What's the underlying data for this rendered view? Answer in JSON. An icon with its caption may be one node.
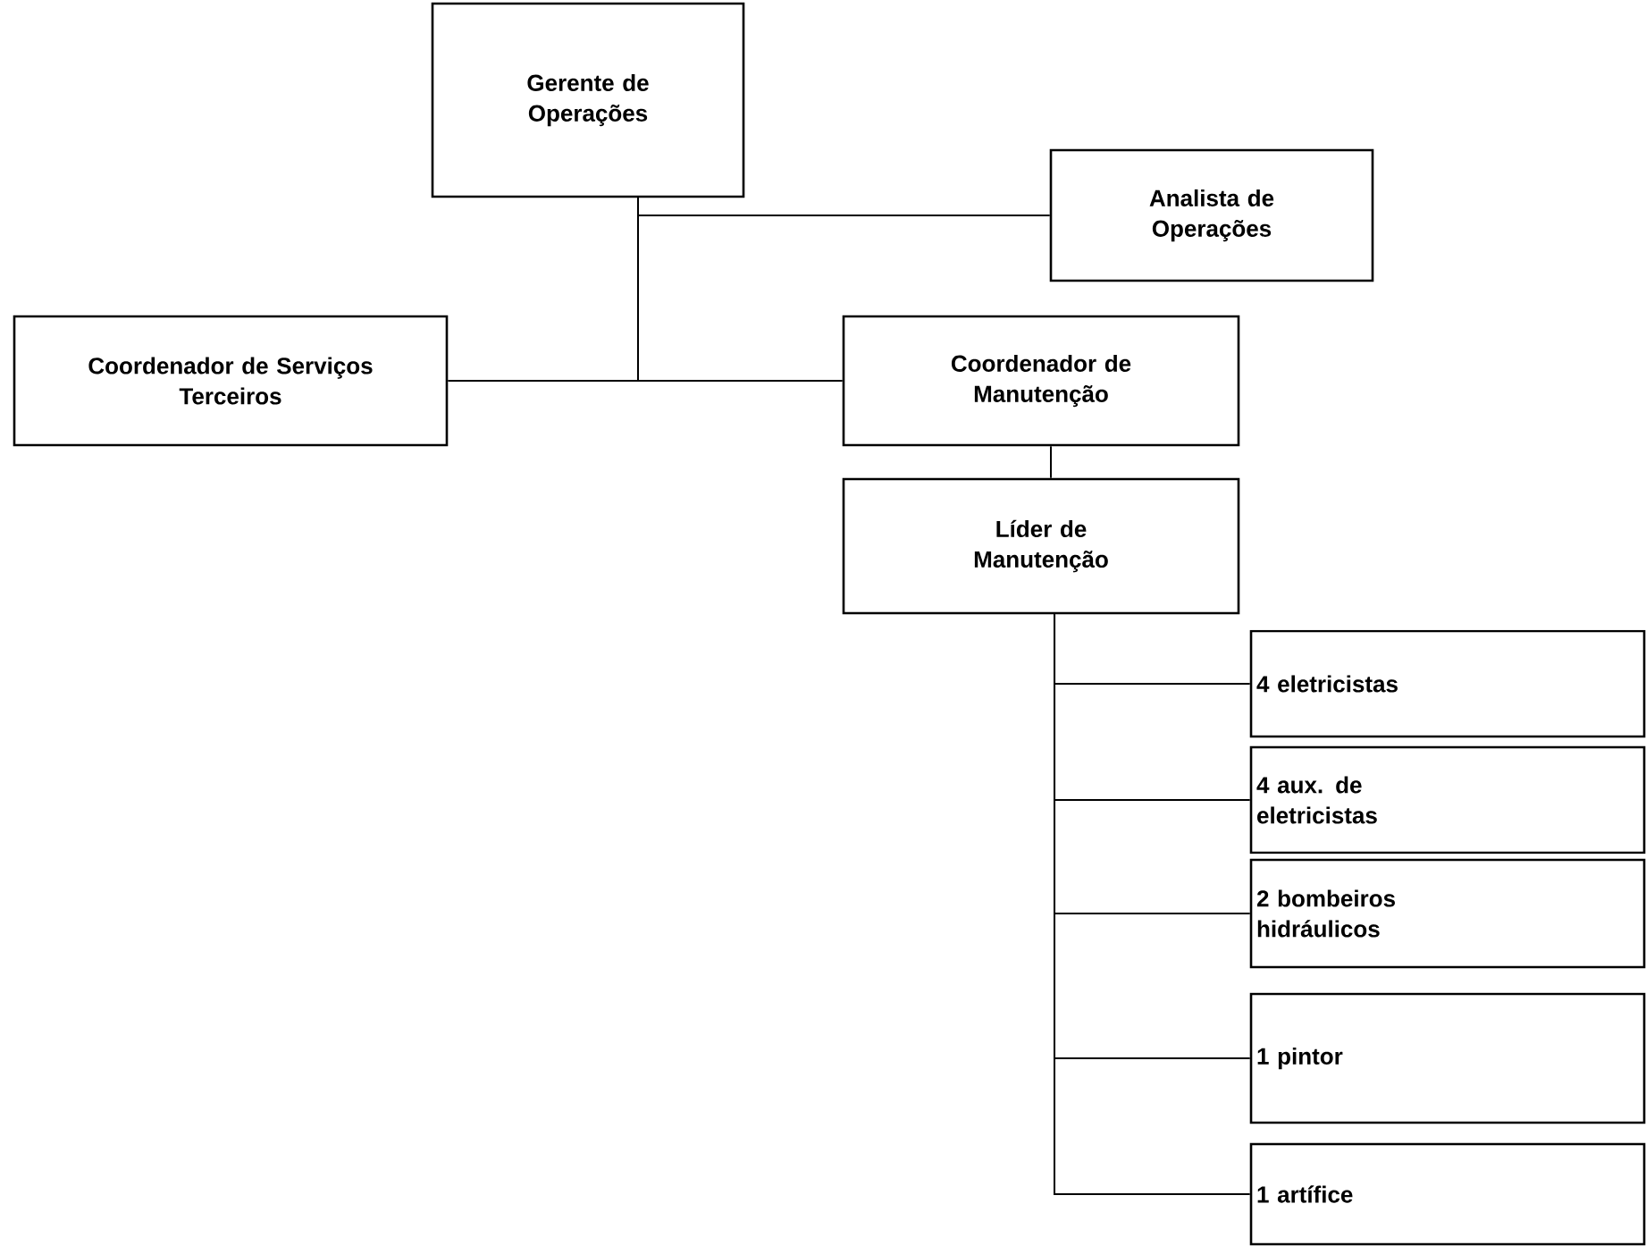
{
  "diagram": {
    "nodes": [
      {
        "text": [
          "Gerente de Operações"
        ]
      },
      {
        "text": [
          "Analista de Operações"
        ]
      },
      {
        "text": [
          "Coordenador de Serviços Terceiros"
        ]
      },
      {
        "text": [
          "Coordenador de Manutenção"
        ]
      },
      {
        "text": [
          "Líder de Manutenção"
        ]
      },
      {
        "text": [
          "4 eletricistas"
        ]
      },
      {
        "text": [
          "4 aux. de eletricistas"
        ]
      },
      {
        "text": [
          "2 bombeiros hidráulicos"
        ]
      },
      {
        "text": [
          "1 pintor"
        ]
      },
      {
        "text": [
          "1 artífice"
        ]
      }
    ],
    "edges": [
      {
        "from": 0,
        "to": 1,
        "arrow": "none"
      },
      {
        "from": 0,
        "to": 2,
        "arrow": "none"
      },
      {
        "from": 0,
        "to": 3,
        "arrow": "none"
      },
      {
        "from": 3,
        "to": 4,
        "arrow": "none"
      },
      {
        "from": 4,
        "to": 5,
        "arrow": "none"
      },
      {
        "from": 4,
        "to": 6,
        "arrow": "none"
      },
      {
        "from": 4,
        "to": 7,
        "arrow": "none"
      },
      {
        "from": 4,
        "to": 8,
        "arrow": "none"
      },
      {
        "from": 4,
        "to": 9,
        "arrow": "none"
      }
    ]
  }
}
